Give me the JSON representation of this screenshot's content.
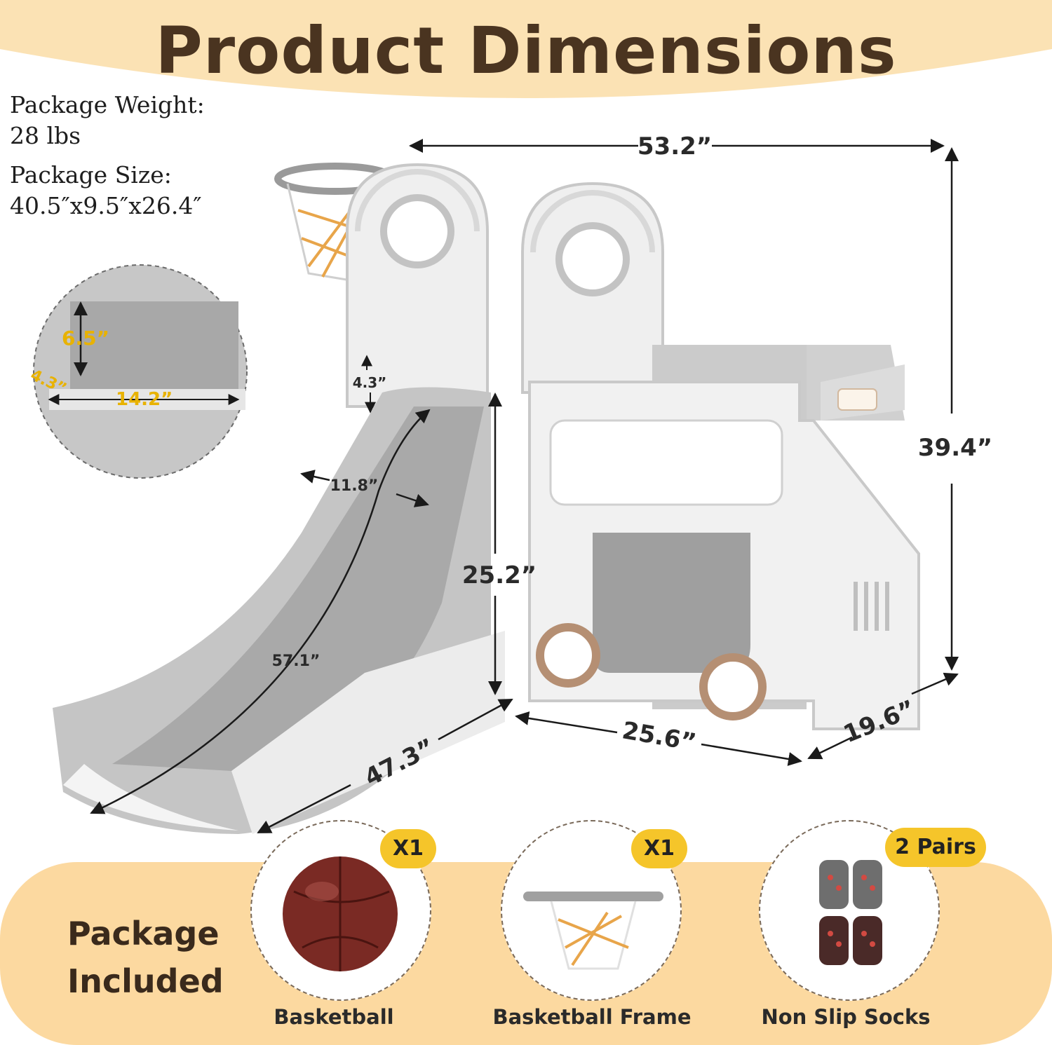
{
  "header": {
    "title": "Product Dimensions",
    "band_color": "#fbe2b4"
  },
  "package_info": {
    "weight_label": "Package Weight:",
    "weight_value": "28 lbs",
    "size_label": "Package Size:",
    "size_value": "40.5″x9.5″x26.4″"
  },
  "dimensions": {
    "total_length": "53.2”",
    "total_height": "39.4”",
    "platform_height": "25.2”",
    "bus_length": "25.6”",
    "bus_depth": "19.6”",
    "slide_length": "57.1”",
    "slide_width": "11.8”",
    "slide_side_height": "4.3”",
    "base_length": "47.3”",
    "step_height": "6.5”",
    "step_depth": "4.3”",
    "step_width": "14.2”"
  },
  "package_included": {
    "heading_line1": "Package",
    "heading_line2": "Included",
    "items": [
      {
        "name": "Basketball",
        "qty": "X1",
        "icon": "basketball-icon"
      },
      {
        "name": "Basketball Frame",
        "qty": "X1",
        "icon": "basketball-hoop-icon"
      },
      {
        "name": "Non Slip Socks",
        "qty": "2 Pairs",
        "icon": "socks-icon"
      }
    ]
  },
  "colors": {
    "accent_yellow": "#f5c52a",
    "band_peach": "#fcd9a0",
    "title_brown": "#4a3420",
    "product_grey": "#b9b9b9"
  }
}
